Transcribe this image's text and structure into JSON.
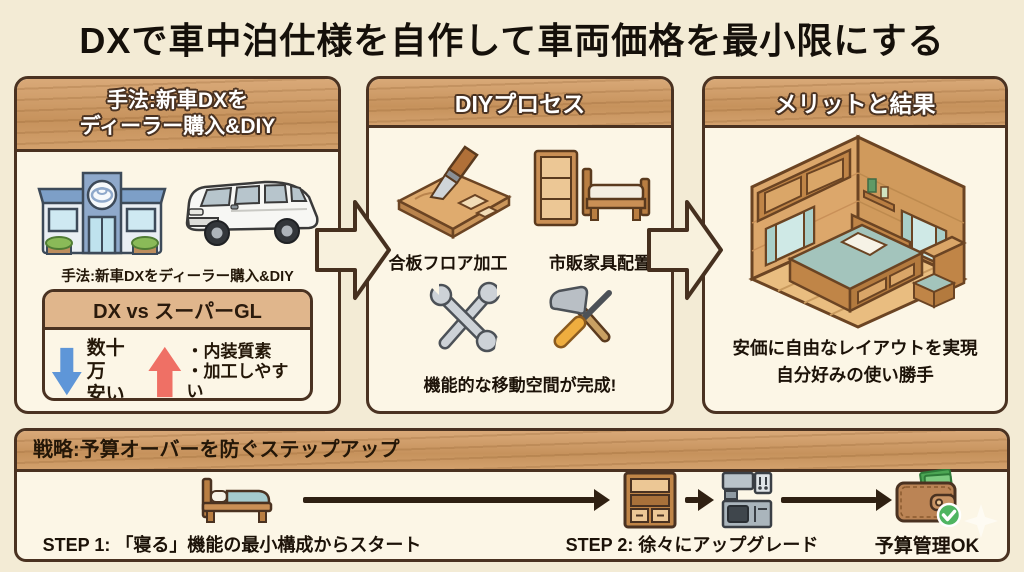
{
  "title": "DXで車中泊仕様を自作して車両価格を最小限にする",
  "panel_method": {
    "header_line1": "手法:新車DXを",
    "header_line2": "ディーラー購入&DIY",
    "caption": "手法:新車DXをディーラー購入&DIY",
    "compare_header": "DX vs スーパーGL",
    "down_line1": "数十万",
    "down_line2": "安い",
    "up_line1": "・内装質素",
    "up_line2": "・加工しやすい"
  },
  "panel_process": {
    "header": "DIYプロセス",
    "label_floor": "合板フロア加工",
    "label_furniture": "市販家具配置",
    "result": "機能的な移動空間が完成!"
  },
  "panel_merit": {
    "header": "メリットと結果",
    "line1": "安価に自由なレイアウトを実現",
    "line2": "自分好みの使い勝手"
  },
  "strategy": {
    "header": "戦略:予算オーバーを防ぐステップアップ",
    "step1": "STEP 1: 「寝る」機能の最小構成からスタート",
    "step2": "STEP 2: 徐々にアップグレード",
    "result": "予算管理OK"
  },
  "icons": {
    "dealership": "toyota-dealership-building",
    "van": "white-cargo-van",
    "down_arrow": "price-down-arrow",
    "up_arrow": "tradeoff-up-arrow",
    "plywood": "plywood-floor-chisel",
    "furniture": "shelf-and-bed-furniture",
    "wrenches": "crossed-wrenches",
    "hammer_screwdriver": "hammer-and-screwdriver",
    "room": "camper-interior-illustration",
    "bed": "minimal-bed",
    "cabinet": "storage-cabinet",
    "kitchen": "kitchen-unit",
    "wallet": "wallet-with-check"
  },
  "colors": {
    "background": "#f3ebd5",
    "panel_bg": "#fcf6e6",
    "outline": "#4a3221",
    "wood": "#cf9c6a",
    "tan_header": "#e0b68c",
    "blue_arrow": "#5e96d8",
    "red_arrow": "#ef7065",
    "flow_arrow": "#2f2012",
    "teal": "#a5cbce",
    "green_check": "#4fb561"
  }
}
